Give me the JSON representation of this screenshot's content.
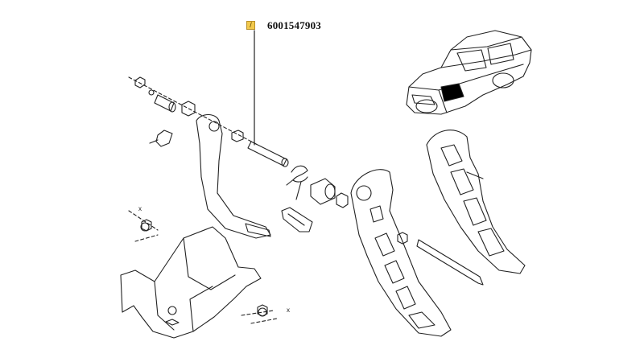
{
  "callout": {
    "badge_glyph": "/",
    "part_number": "6001547903",
    "badge_color": "#f2c94c"
  },
  "axis_marks": {
    "upper_left": "x",
    "lower_right": "x"
  },
  "colors": {
    "line": "#222222",
    "highlight": "#000000"
  }
}
